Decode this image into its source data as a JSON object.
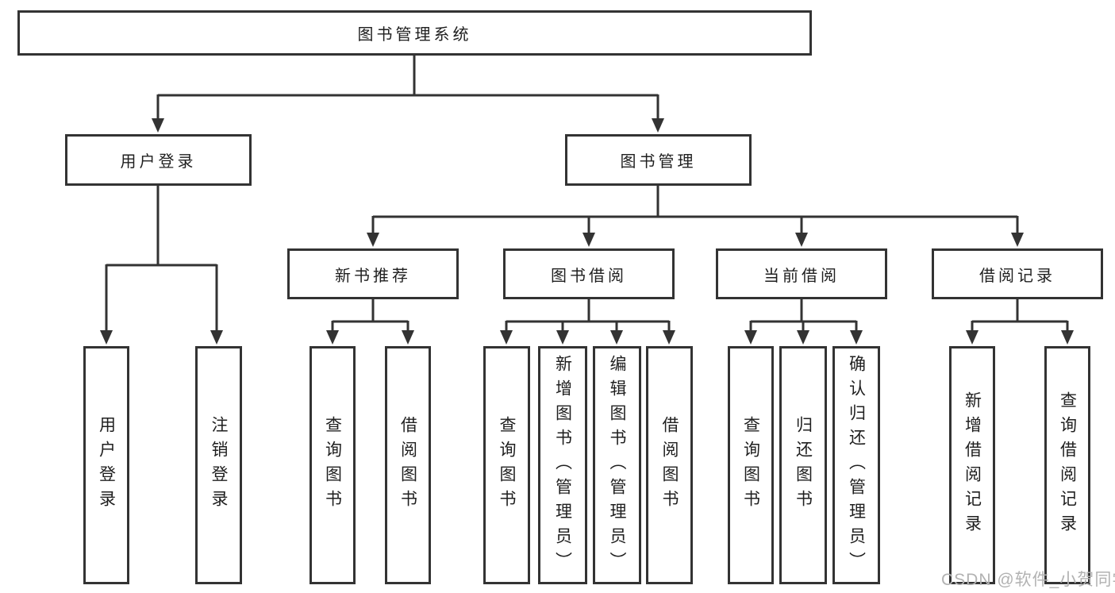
{
  "diagram": {
    "tree": {
      "label": "图书管理系统",
      "children": [
        {
          "label": "用户登录",
          "children": [
            {
              "label": "用户登录"
            },
            {
              "label": "注销登录"
            }
          ]
        },
        {
          "label": "图书管理",
          "children": [
            {
              "label": "新书推荐",
              "children": [
                {
                  "label": "查询图书"
                },
                {
                  "label": "借阅图书"
                }
              ]
            },
            {
              "label": "图书借阅",
              "children": [
                {
                  "label": "查询图书"
                },
                {
                  "label": "新增图书（管理员）"
                },
                {
                  "label": "编辑图书（管理员）"
                },
                {
                  "label": "借阅图书"
                }
              ]
            },
            {
              "label": "当前借阅",
              "children": [
                {
                  "label": "查询图书"
                },
                {
                  "label": "归还图书"
                },
                {
                  "label": "确认归还（管理员）"
                }
              ]
            },
            {
              "label": "借阅记录",
              "children": [
                {
                  "label": "新增借阅记录"
                },
                {
                  "label": "查询借阅记录"
                }
              ]
            }
          ]
        }
      ]
    },
    "colors": {
      "line": "#333333",
      "text": "#1f1f1f",
      "box_fill": "#ffffff",
      "background": "#ffffff",
      "watermark": "#b2b2b2"
    }
  },
  "watermark": {
    "text": "CSDN @软件_小贺同学"
  }
}
